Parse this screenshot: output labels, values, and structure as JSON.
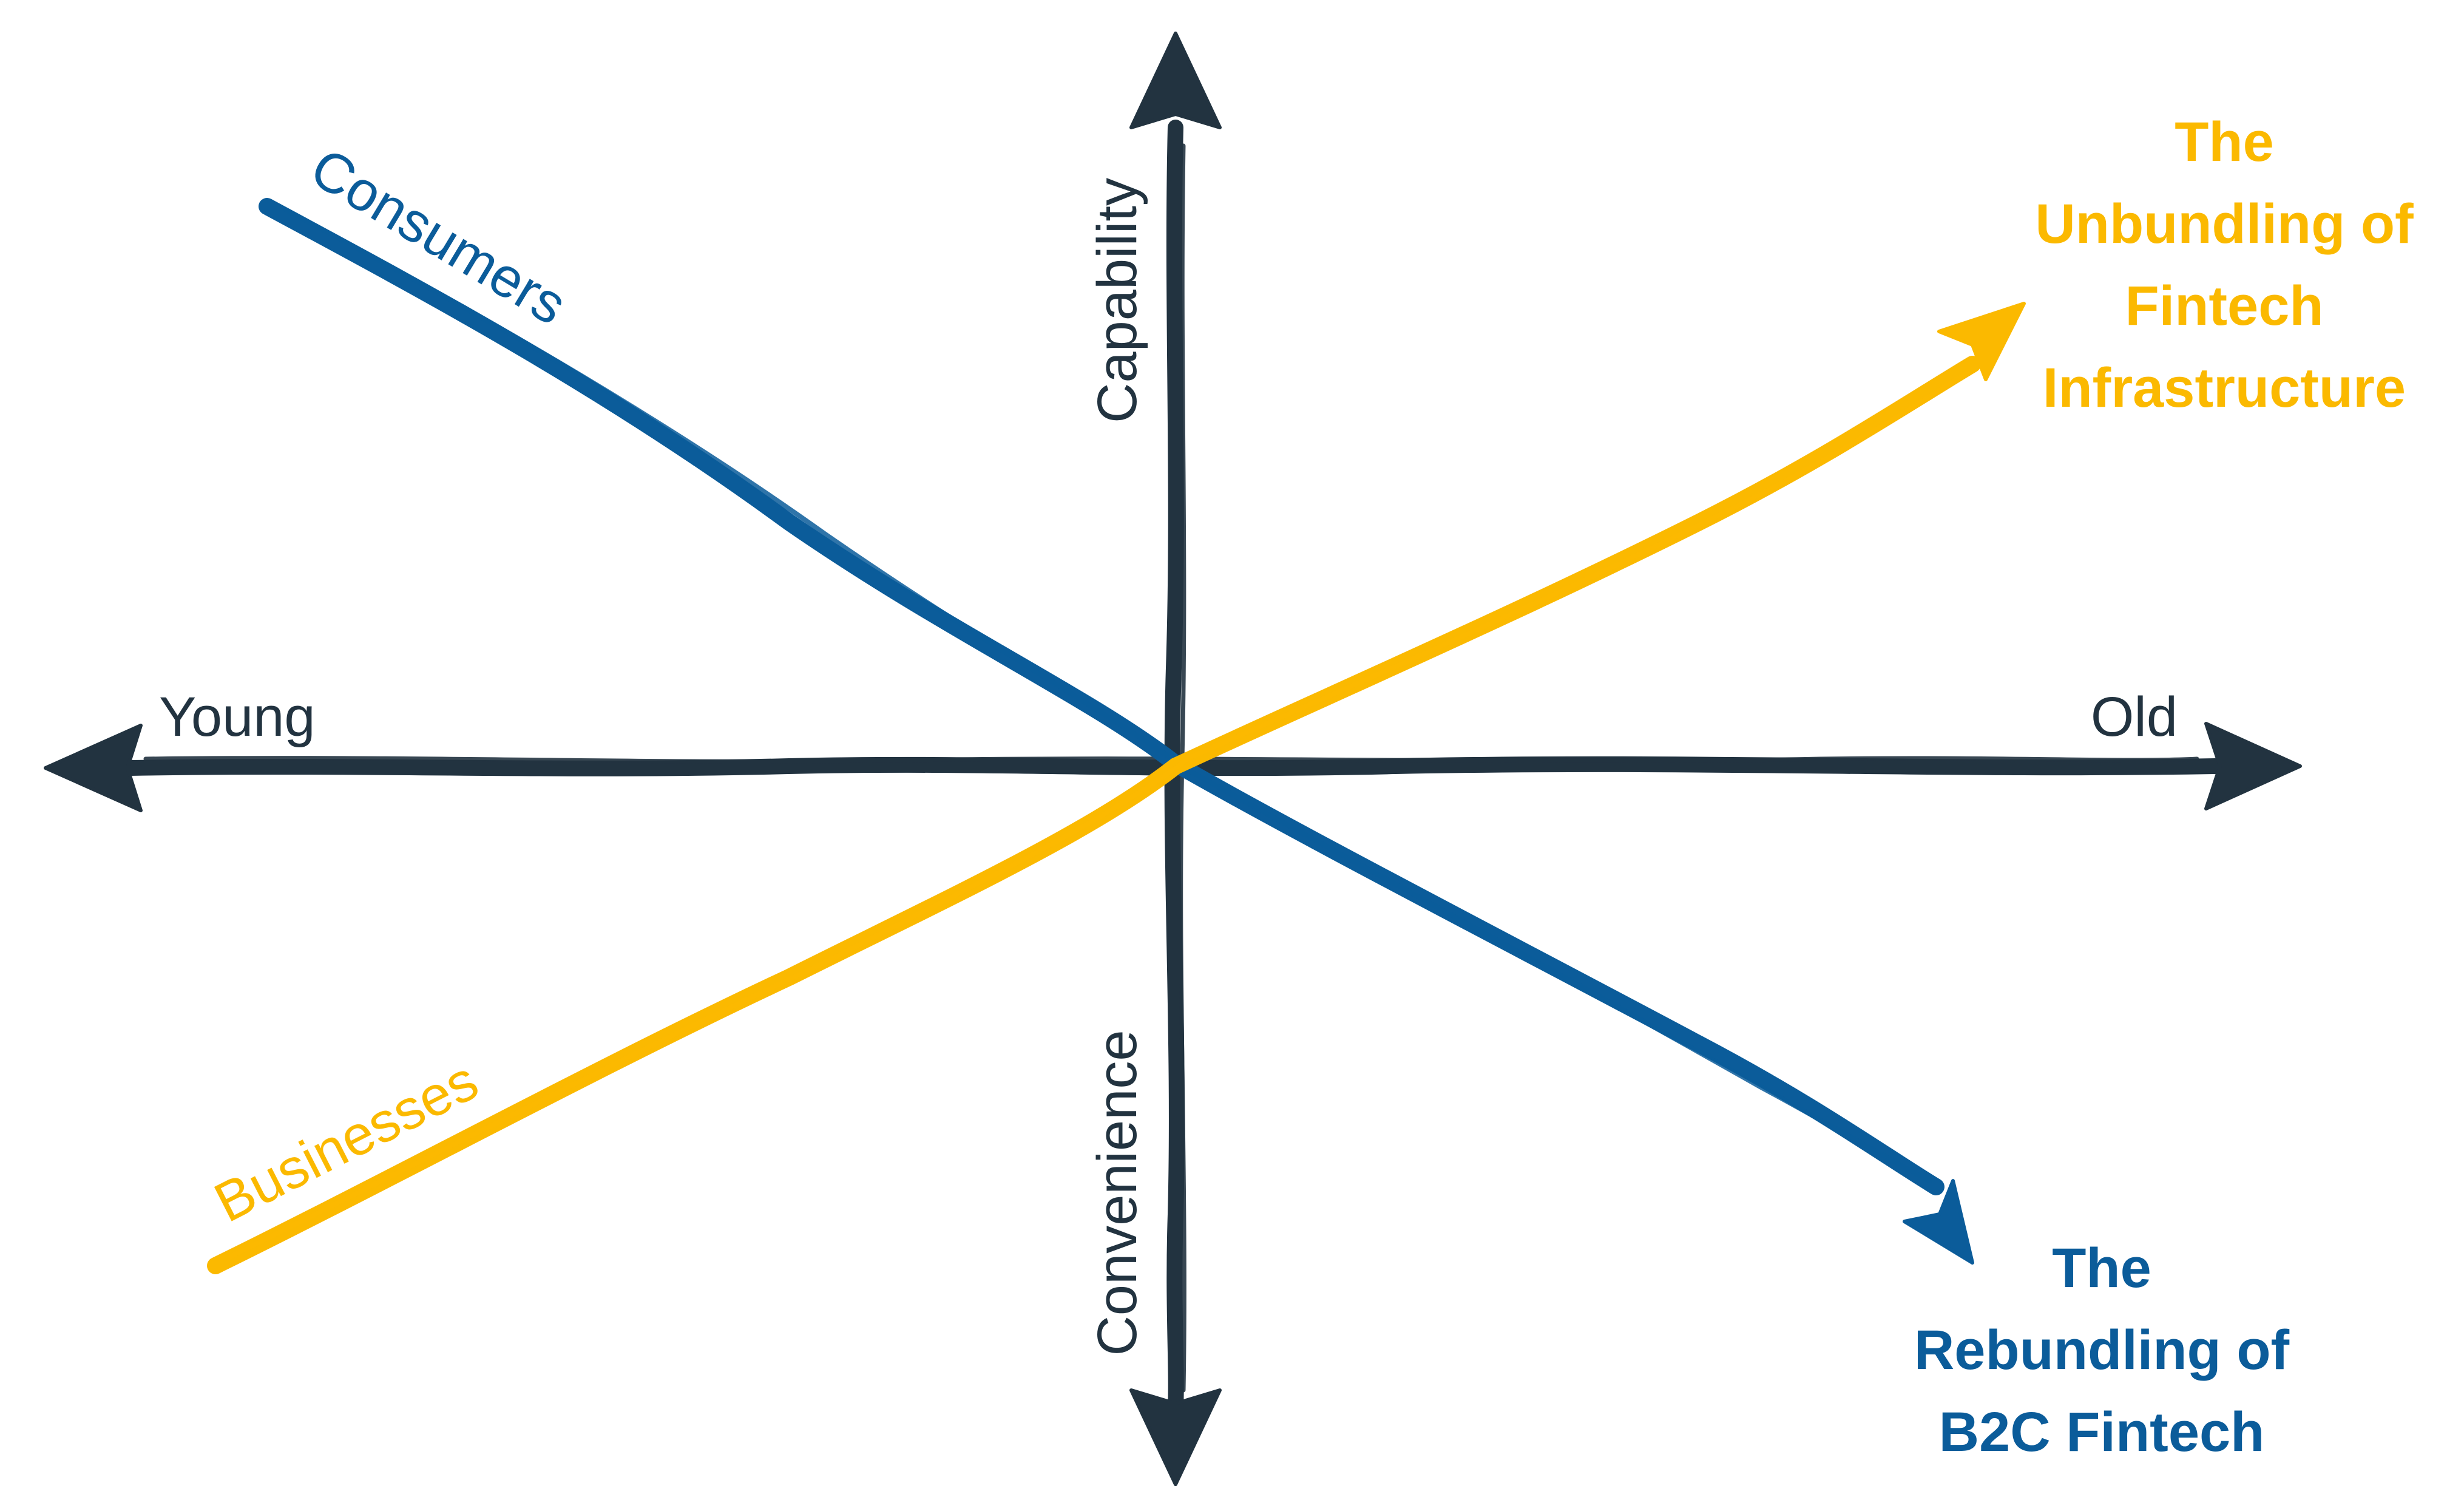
{
  "colors": {
    "axis": "#223340",
    "consumers": "#0B5C9A",
    "businesses": "#FBB900"
  },
  "axes": {
    "horizontal_left": "Young",
    "horizontal_right": "Old",
    "vertical_top": "Capability",
    "vertical_bottom": "Convenience"
  },
  "series": {
    "consumers": "Consumers",
    "businesses": "Businesses"
  },
  "outcomes": {
    "unbundling": [
      "The",
      "Unbundling of",
      "Fintech",
      "Infrastructure"
    ],
    "rebundling": [
      "The",
      "Rebundling of",
      "B2C Fintech"
    ]
  }
}
